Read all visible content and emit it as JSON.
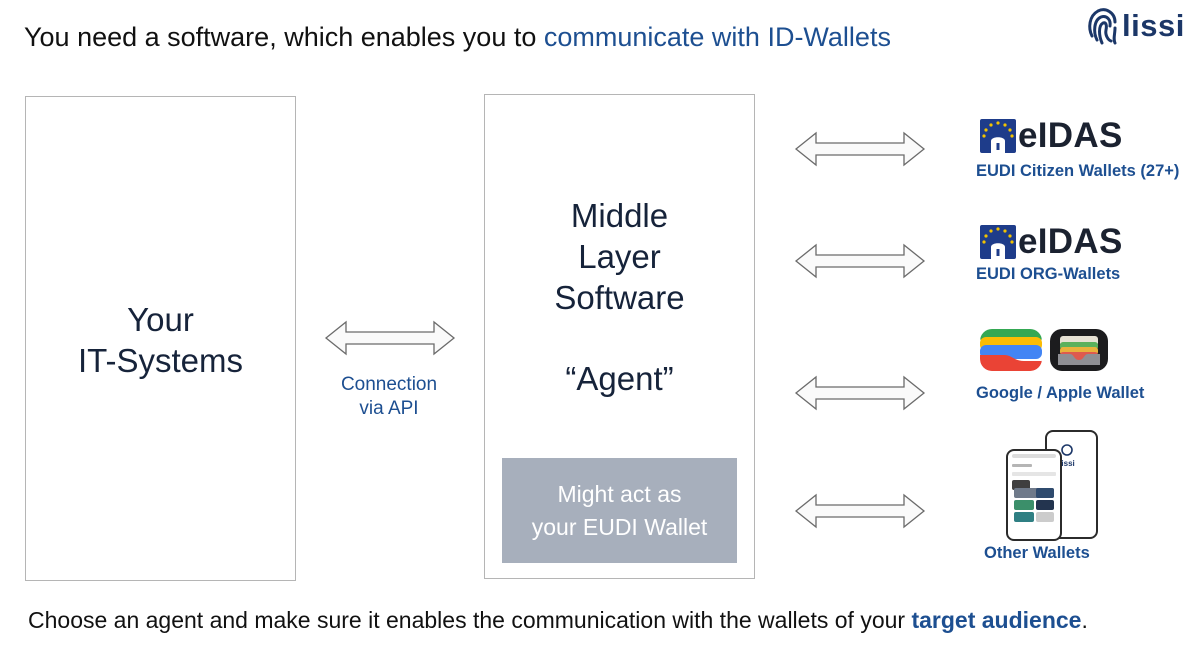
{
  "header": {
    "title_prefix": "You need a software, which enables you to ",
    "title_accent": "communicate with ID-Wallets",
    "logo_text": "lissi"
  },
  "left_box": {
    "line1": "Your",
    "line2": "IT-Systems"
  },
  "connection": {
    "line1": "Connection",
    "line2": "via API"
  },
  "middle_box": {
    "line1": "Middle",
    "line2": "Layer",
    "line3": "Software",
    "agent": "“Agent”",
    "wallet_line1": "Might act as",
    "wallet_line2": "your EUDI Wallet"
  },
  "wallets": [
    {
      "logo": "eIDAS",
      "label": "EUDI Citizen Wallets (27+)"
    },
    {
      "logo": "eIDAS",
      "label": "EUDI ORG-Wallets"
    },
    {
      "label": "Google / Apple Wallet"
    },
    {
      "label": "Other Wallets"
    }
  ],
  "footer": {
    "prefix": "Choose an agent and make sure it enables the communication with the wallets of your ",
    "accent": "target audience",
    "suffix": "."
  },
  "colors": {
    "accent": "#1d4f91",
    "wallet_box": "#a7afbc",
    "box_border": "#b5b5b5",
    "eu_blue": "#1e3c8a",
    "eu_star": "#f3c300"
  }
}
